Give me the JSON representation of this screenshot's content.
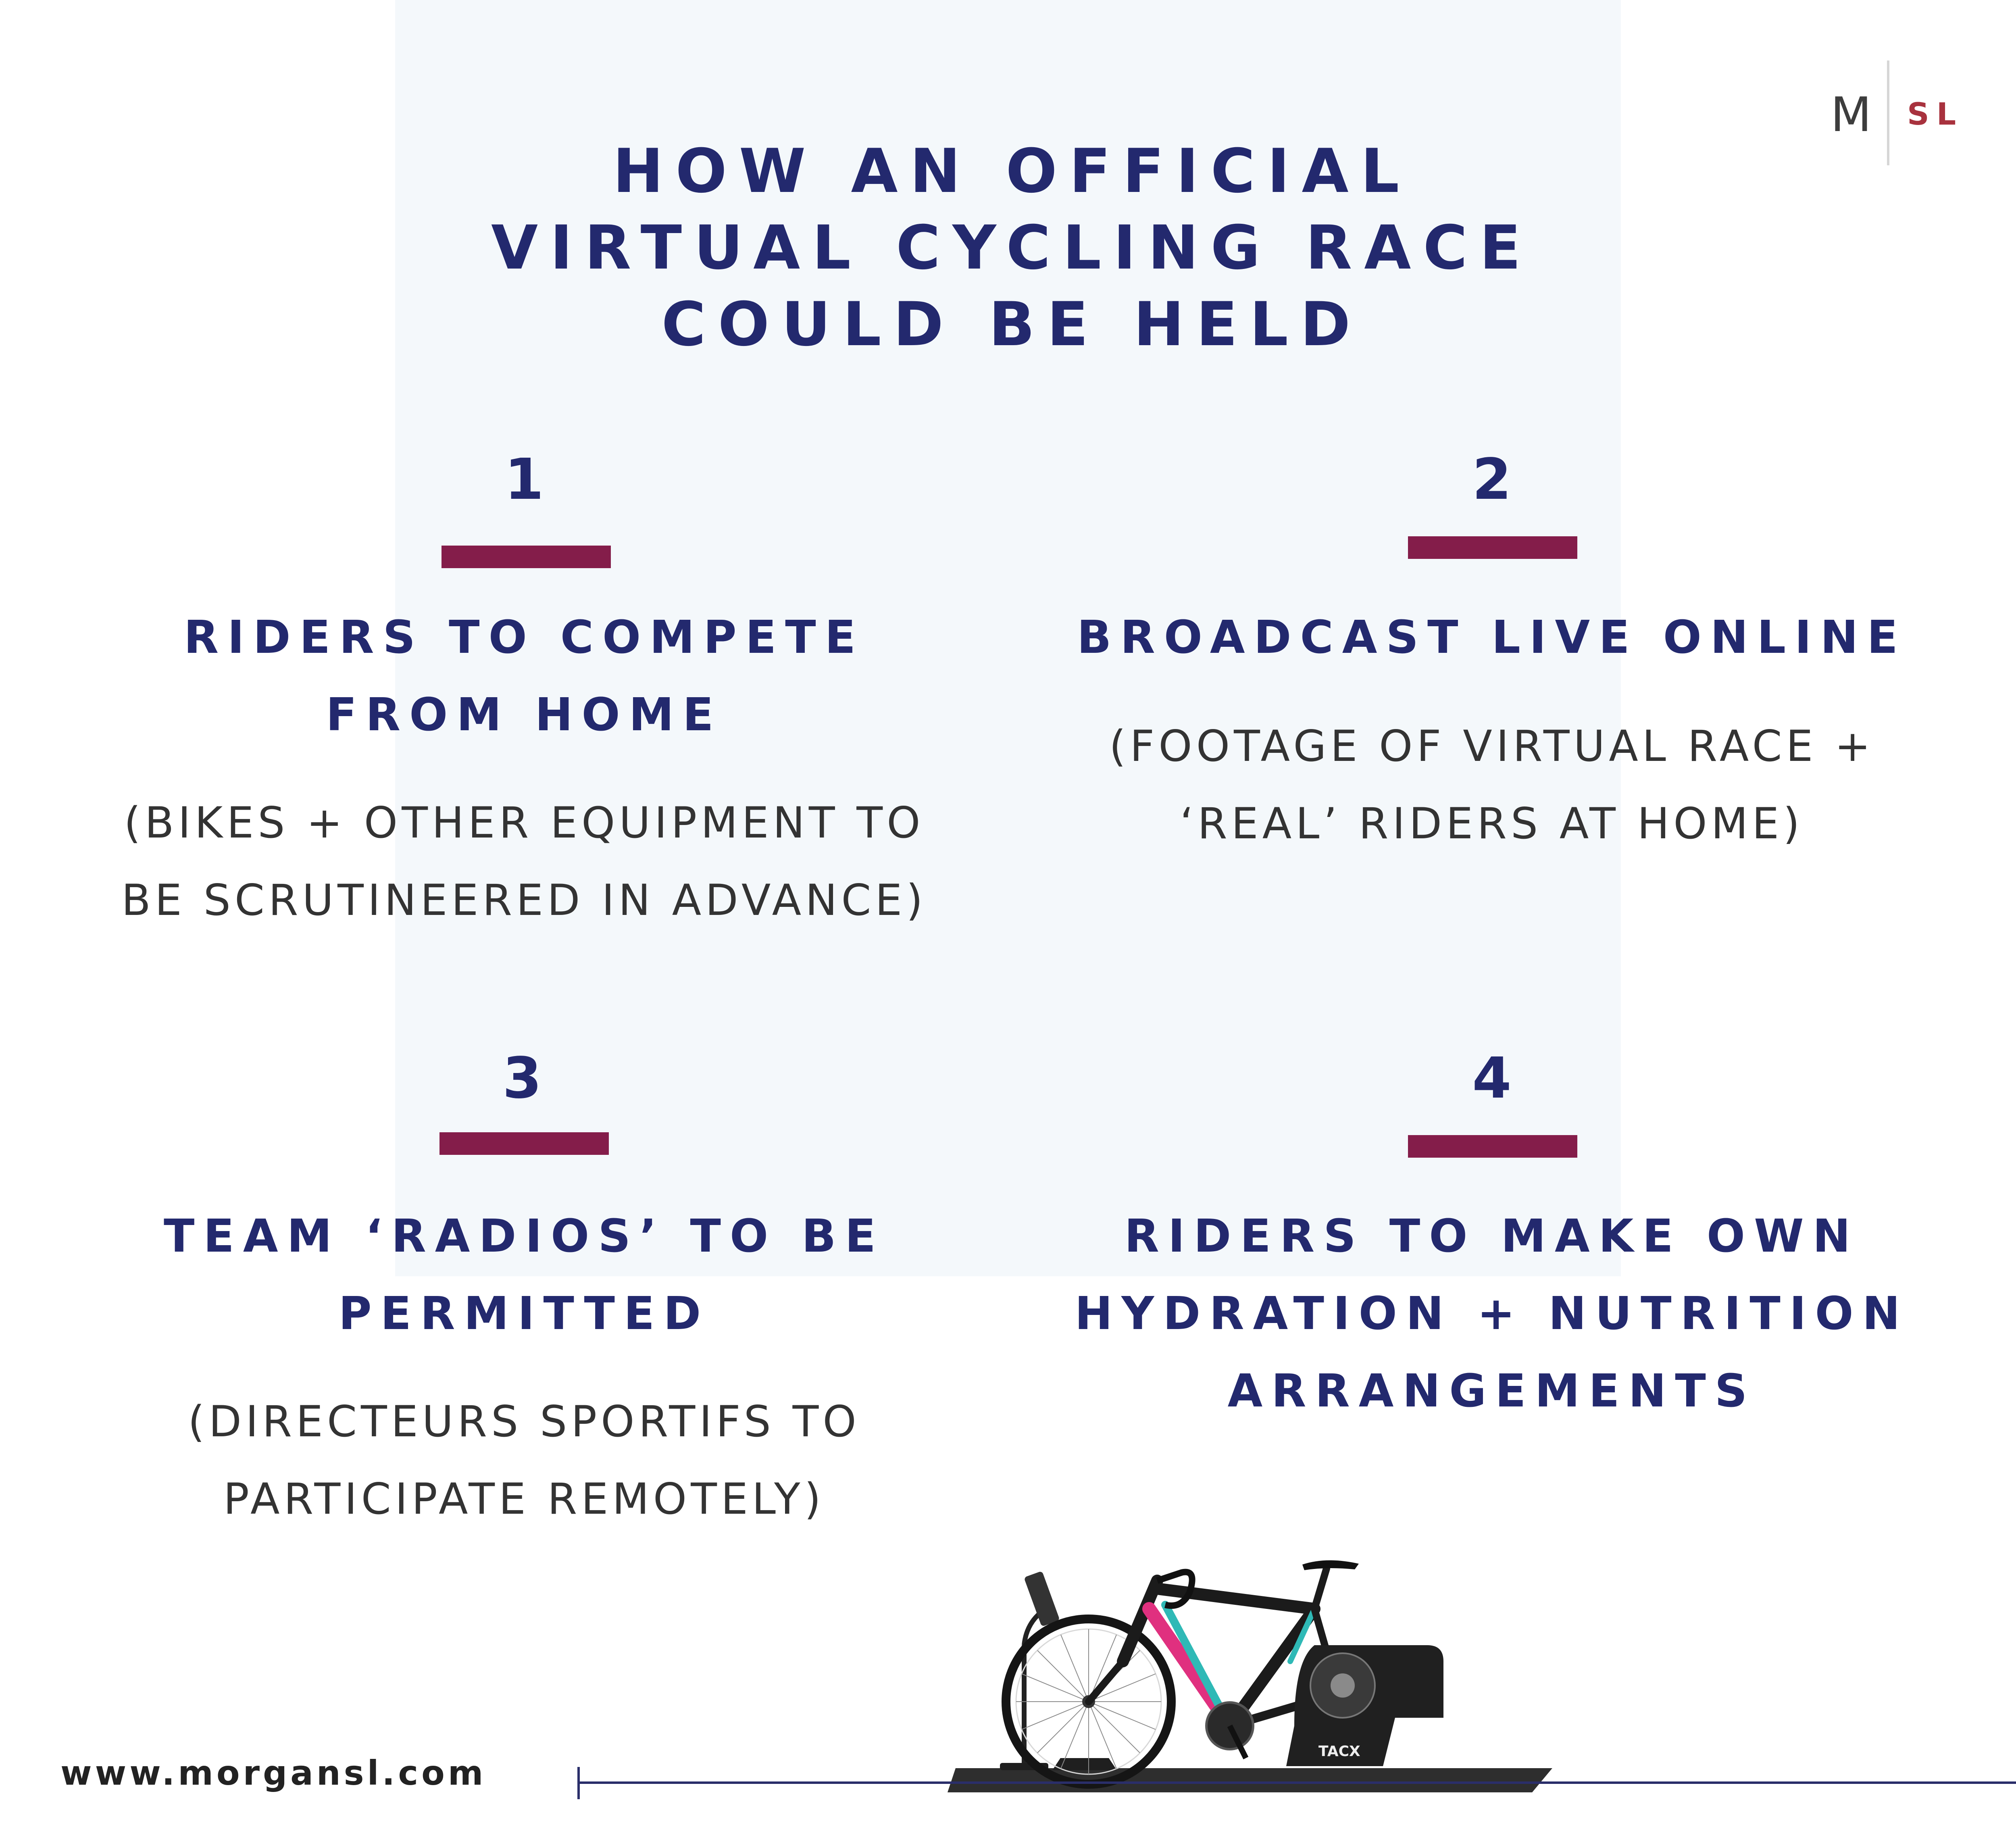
{
  "title": "HOW AN OFFICIAL VIRTUAL CYCLING RACE COULD BE HELD",
  "logo": {
    "m": "M",
    "sl": "SL"
  },
  "items": [
    {
      "number": "1",
      "heading": "RIDERS TO COMPETE FROM HOME",
      "detail": "(BIKES + OTHER EQUIPMENT TO BE SCRUTINEERED IN ADVANCE)"
    },
    {
      "number": "2",
      "heading": "BROADCAST LIVE ONLINE",
      "detail": "(FOOTAGE OF VIRTUAL RACE + ‘REAL’ RIDERS AT HOME)"
    },
    {
      "number": "3",
      "heading": "TEAM ‘RADIOS’ TO BE PERMITTED",
      "detail": "(DIRECTEURS SPORTIFS TO PARTICIPATE REMOTELY)"
    },
    {
      "number": "4",
      "heading": "RIDERS TO MAKE OWN HYDRATION + NUTRITION ARRANGEMENTS",
      "detail": ""
    }
  ],
  "trainer_brand": "TACX",
  "footer": {
    "url": "www.morgansl.com"
  },
  "colors": {
    "navy": "#23296e",
    "accent": "#841d4a",
    "panel": "#f4f8fb"
  }
}
